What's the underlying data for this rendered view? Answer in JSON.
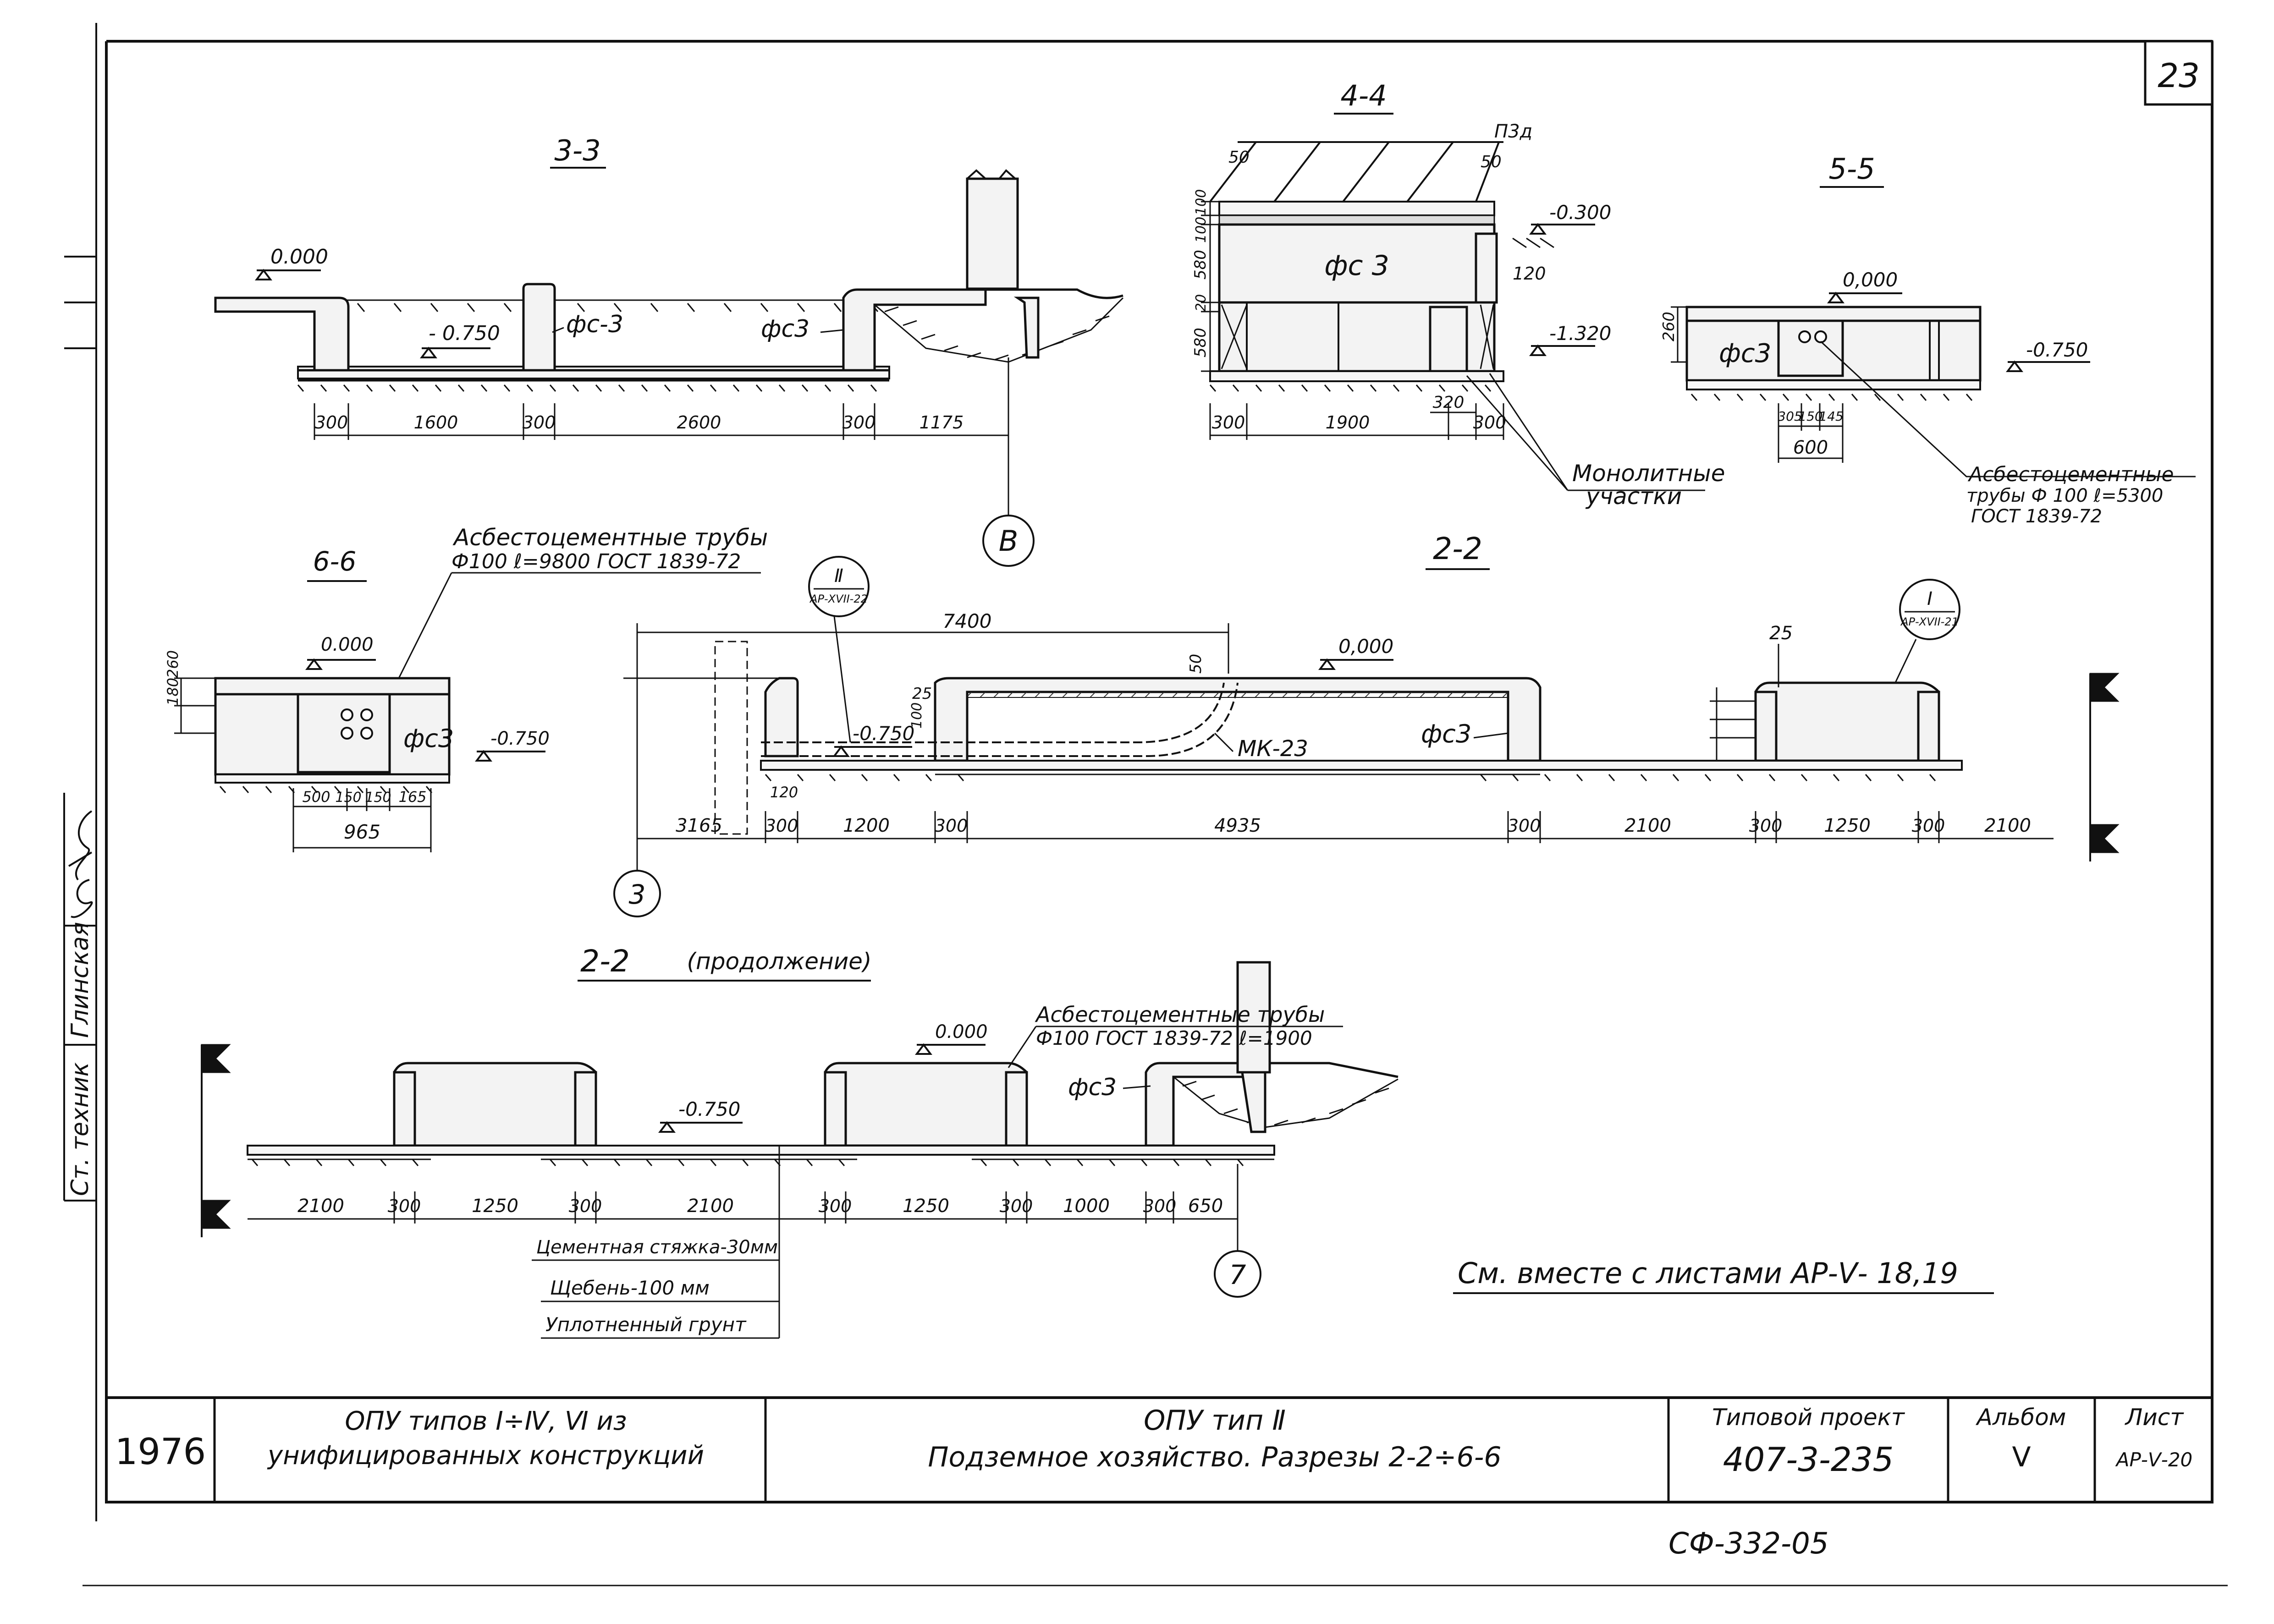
{
  "sheet": {
    "page_number": "23",
    "see_also": "См. вместе с листами АР-Ⅴ- 18,19",
    "stamp_code": "СФ-332-05",
    "side_labels": {
      "author": "Ст. техник",
      "surname": "Глинская"
    }
  },
  "title_block": {
    "year": "1976",
    "project_title_line1": "ОПУ типов Ⅰ÷Ⅳ, Ⅵ из",
    "project_title_line2": "унифицированных конструкций",
    "drawing_title_line1": "ОПУ тип Ⅱ",
    "drawing_title_line2": "Подземное хозяйство. Разрезы 2-2÷6-6",
    "type_project_label": "Типовой проект",
    "type_project_number": "407-3-235",
    "album_label": "Альбом",
    "album_number": "Ⅴ",
    "sheet_label": "Лист",
    "sheet_number": "АР-Ⅴ-20"
  },
  "sections": {
    "s33": {
      "title": "3-3",
      "level_top": "0.000",
      "level_bottom": "- 0.750",
      "panel_a": "фс-3",
      "panel_b": "фс3",
      "dims": [
        "300",
        "1600",
        "300",
        "2600",
        "300",
        "1175"
      ],
      "axis": "В"
    },
    "s44": {
      "title": "4-4",
      "p3": "П3д",
      "top_dims": [
        "50",
        "50"
      ],
      "left_dims": [
        "100",
        "100",
        "580",
        "20",
        "580"
      ],
      "level_top": "-0.300",
      "level_bottom": "-1.320",
      "panel": "фс 3",
      "right_dim": "120",
      "dims": [
        "300",
        "1900",
        "320",
        "300"
      ],
      "note_line1": "Монолитные",
      "note_line2": "участки"
    },
    "s55": {
      "title": "5-5",
      "level_top": "0,000",
      "level_bottom": "-0.750",
      "left_dim": "260",
      "panel": "фс3",
      "dims": [
        "305",
        "150",
        "145"
      ],
      "width": "600",
      "note_line1": "Асбестоцементные",
      "note_line2": "трубы Ф 100 ℓ=5300",
      "note_line3": "ГОСТ 1839-72"
    },
    "s66": {
      "title": "6-6",
      "level_top": "0.000",
      "level_bottom": "-0.750",
      "left_dims": [
        "180",
        "260"
      ],
      "panel": "фс3",
      "dims": [
        "500",
        "150",
        "150",
        "165"
      ],
      "width": "965",
      "note_line1": "Асбестоцементные трубы",
      "note_line2": "Ф100 ℓ=9800 ГОСТ 1839-72"
    },
    "s22": {
      "title": "2-2",
      "ref1_top": "Ⅱ",
      "ref1_bottom": "АР-XVII-22",
      "ref2_top": "Ⅰ",
      "ref2_bottom": "АР-XVII-21",
      "dim_overall": "7400",
      "level_top": "0,000",
      "level_bottom": "-0.750",
      "pipe": "МК-23",
      "panel": "фс3",
      "small_dims": [
        "25",
        "100",
        "50",
        "25",
        "120"
      ],
      "dims": [
        "3165",
        "300",
        "1200",
        "300",
        "4935",
        "300",
        "2100",
        "300",
        "1250",
        "300",
        "2100"
      ],
      "axis": "3"
    },
    "s22c": {
      "title": "2-2",
      "subtitle": "(продолжение)",
      "level_top": "0.000",
      "level_bottom": "-0.750",
      "note_line1": "Асбестоцементные трубы",
      "note_line2": "Ф100 ГОСТ 1839-72 ℓ=1900",
      "panel": "фс3",
      "dims": [
        "2100",
        "300",
        "1250",
        "300",
        "2100",
        "300",
        "1250",
        "300",
        "1000",
        "300",
        "650"
      ],
      "axis": "7",
      "layers": [
        "Цементная стяжка-30мм",
        "Щебень-100 мм",
        "Уплотненный грунт"
      ]
    }
  }
}
